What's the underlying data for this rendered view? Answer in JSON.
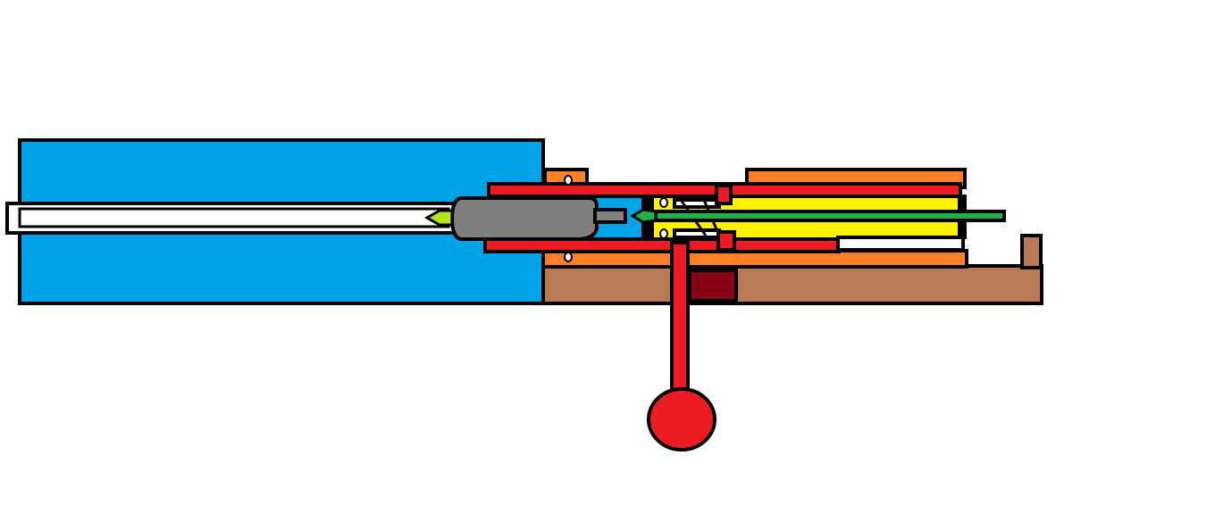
{
  "diagram": {
    "title": "",
    "colors": {
      "background": "#ffffff",
      "outline": "#000000",
      "barrel_housing": "#00a2e8",
      "bore": "#ffffff",
      "projectile": "#7f7f7f",
      "projectile_tip": "#b5e61d",
      "frame_orange": "#ff7f27",
      "slide_red": "#ed1c24",
      "chamber_yellow": "#fff200",
      "rod_green": "#22b14c",
      "base_brown": "#b97a57",
      "catch_darkred": "#880015",
      "lever_red": "#ed1c24"
    },
    "components": [
      {
        "name": "barrel-housing",
        "color": "barrel_housing"
      },
      {
        "name": "bore-tube",
        "color": "bore"
      },
      {
        "name": "projectile",
        "color": "projectile"
      },
      {
        "name": "projectile-tip",
        "color": "projectile_tip"
      },
      {
        "name": "orange-frame",
        "color": "frame_orange"
      },
      {
        "name": "red-slide",
        "color": "slide_red"
      },
      {
        "name": "yellow-chamber",
        "color": "chamber_yellow"
      },
      {
        "name": "green-rod",
        "color": "rod_green"
      },
      {
        "name": "wooden-base",
        "color": "base_brown"
      },
      {
        "name": "catch-block",
        "color": "catch_darkred"
      },
      {
        "name": "trigger-lever",
        "color": "lever_red"
      }
    ]
  }
}
